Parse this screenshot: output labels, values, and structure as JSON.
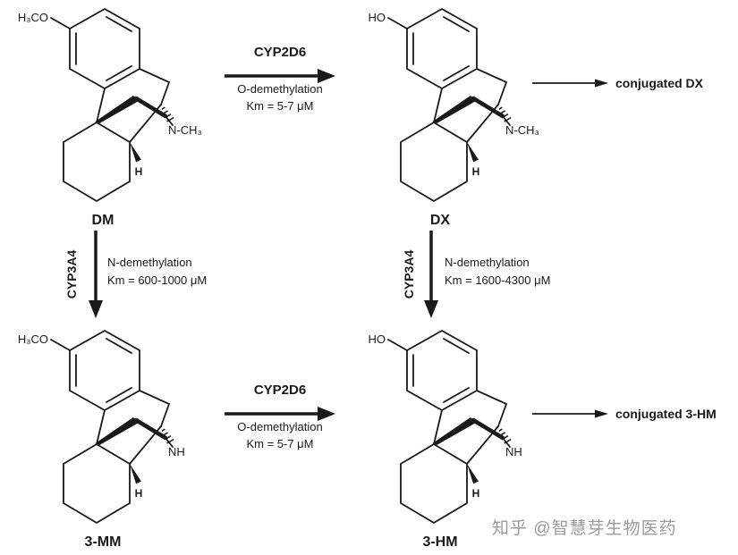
{
  "structures": [
    {
      "name": "DM",
      "substituent": "H₃CO",
      "amine": "N-CH₃",
      "h_label": "H"
    },
    {
      "name": "DX",
      "substituent": "HO",
      "amine": "N-CH₃",
      "h_label": "H"
    },
    {
      "name": "3-MM",
      "substituent": "H₃CO",
      "amine": "NH",
      "h_label": "H"
    },
    {
      "name": "3-HM",
      "substituent": "HO",
      "amine": "NH",
      "h_label": "H"
    }
  ],
  "reactions": {
    "dm_to_dx": {
      "enzyme": "CYP2D6",
      "type": "O-demethylation",
      "km": "Km = 5-7 μM"
    },
    "dm_to_3mm": {
      "enzyme": "CYP3A4",
      "type": "N-demethylation",
      "km": "Km = 600-1000 μM"
    },
    "dx_to_3hm": {
      "enzyme": "CYP3A4",
      "type": "N-demethylation",
      "km": "Km = 1600-4300 μM"
    },
    "mm_to_hm": {
      "enzyme": "CYP2D6",
      "type": "O-demethylation",
      "km": "Km = 5-7 μM"
    },
    "dx_conjugation": {
      "product": "conjugated DX"
    },
    "hm_conjugation": {
      "product": "conjugated 3-HM"
    }
  },
  "watermark": "知乎 @智慧芽生物医药",
  "colors": {
    "ink": "#1a1a1a",
    "watermark": "#9b9b9b",
    "background": "#ffffff"
  }
}
